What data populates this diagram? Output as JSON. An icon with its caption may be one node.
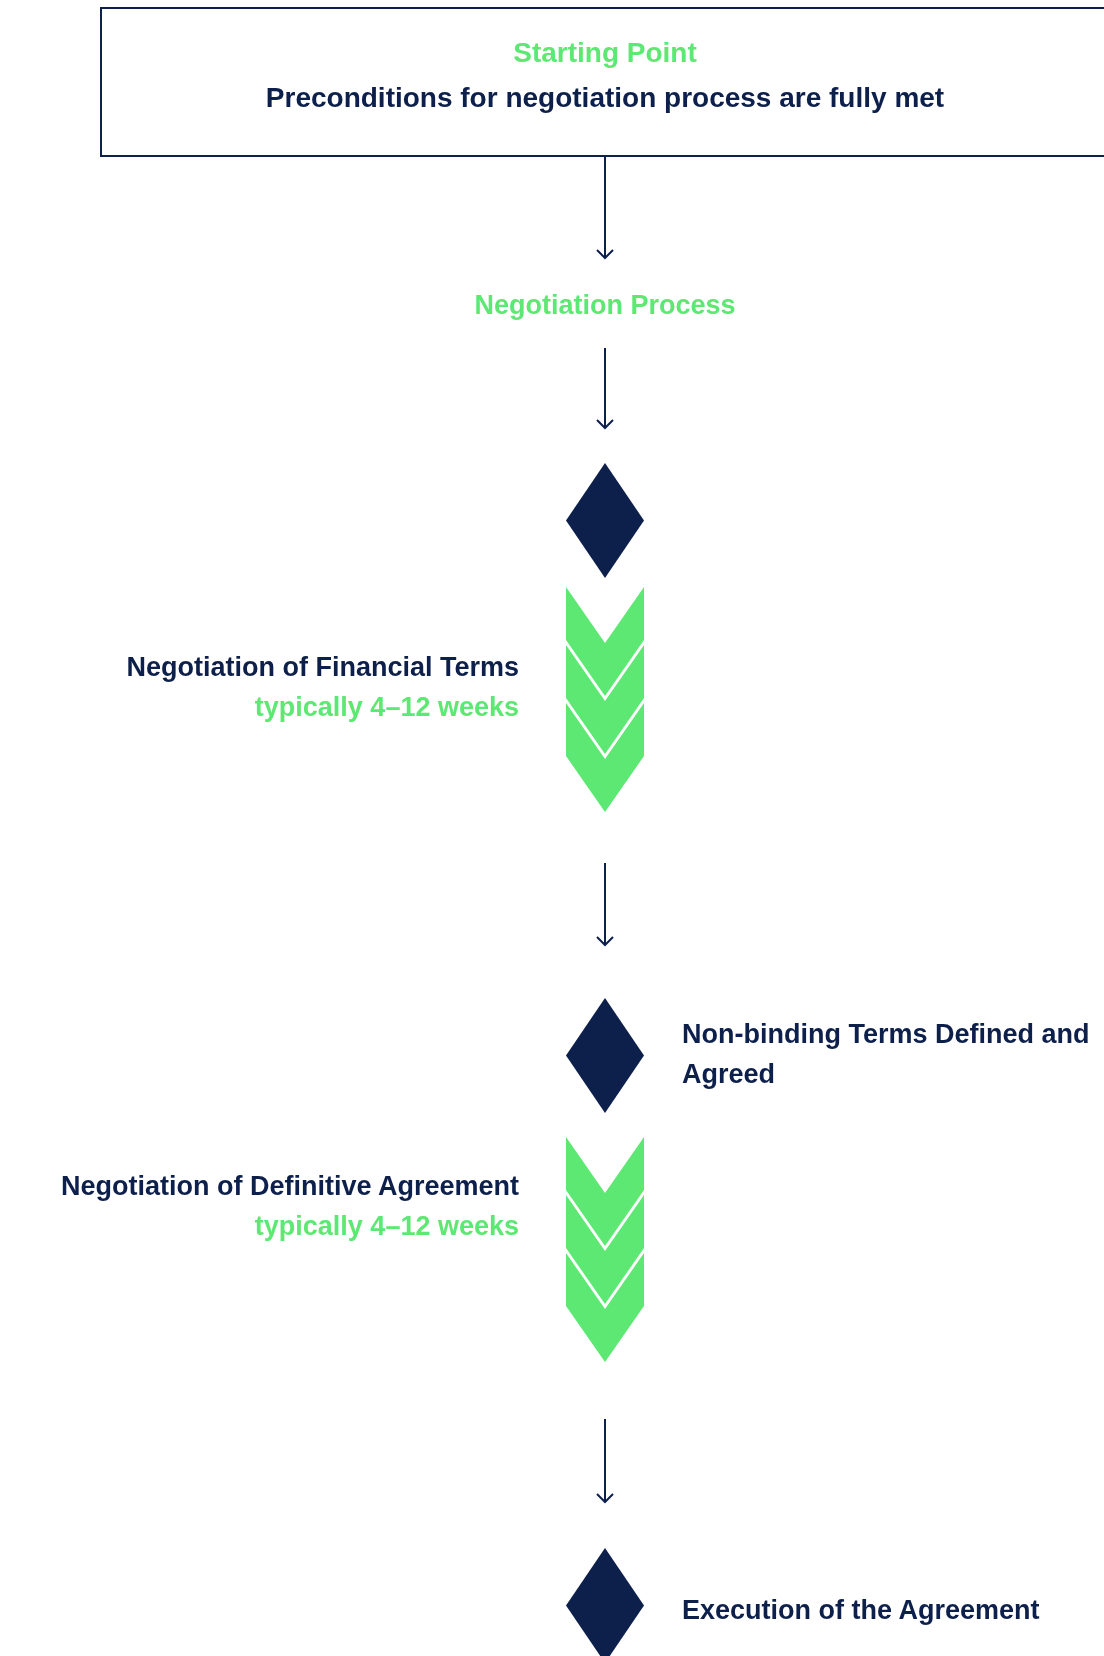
{
  "diagram": {
    "nodes": [
      {
        "text": [
          "Starting Point",
          "Preconditions for negotiation process are fully met"
        ]
      },
      {
        "text": [
          "Negotiation Process"
        ]
      },
      {
        "text": [],
        "shape": "diamond"
      },
      {
        "text": [],
        "shape": "chevron",
        "beside": [
          "Negotiation of Financial Terms",
          "typically 4–12 weeks"
        ]
      },
      {
        "text": [],
        "shape": "diamond",
        "beside": [
          "Non-binding Terms Defined and Agreed"
        ]
      },
      {
        "text": [],
        "shape": "chevron",
        "beside": [
          "Negotiation of Definitive Agreement",
          "typically 4–12 weeks"
        ]
      },
      {
        "text": [],
        "shape": "diamond",
        "beside": [
          "Execution of the Agreement"
        ]
      }
    ],
    "edges": [
      {
        "from": 0,
        "to": 1,
        "arrow": "to"
      },
      {
        "from": 1,
        "to": 2,
        "arrow": "to"
      },
      {
        "from": 3,
        "to": 4,
        "arrow": "to"
      },
      {
        "from": 5,
        "to": 6,
        "arrow": "to"
      }
    ]
  }
}
